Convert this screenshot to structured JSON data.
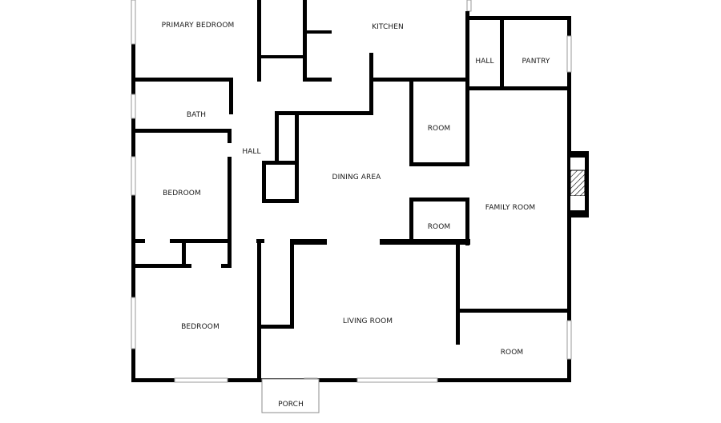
{
  "floor_plan": {
    "rooms": [
      {
        "id": "primary-bedroom",
        "label": "PRIMARY BEDROOM"
      },
      {
        "id": "kitchen",
        "label": "KITCHEN"
      },
      {
        "id": "hall-upper",
        "label": "HALL"
      },
      {
        "id": "pantry",
        "label": "PANTRY"
      },
      {
        "id": "bath",
        "label": "BATH"
      },
      {
        "id": "room-upper",
        "label": "ROOM"
      },
      {
        "id": "hall-center",
        "label": "HALL"
      },
      {
        "id": "dining-area",
        "label": "DINING AREA"
      },
      {
        "id": "bedroom-middle",
        "label": "BEDROOM"
      },
      {
        "id": "family-room",
        "label": "FAMILY ROOM"
      },
      {
        "id": "room-middle",
        "label": "ROOM"
      },
      {
        "id": "bedroom-lower",
        "label": "BEDROOM"
      },
      {
        "id": "living-room",
        "label": "LIVING ROOM"
      },
      {
        "id": "room-lower",
        "label": "ROOM"
      },
      {
        "id": "porch",
        "label": "PORCH"
      }
    ],
    "colors": {
      "wall": "#000000",
      "window": "#9a9a9a",
      "background": "#ffffff",
      "fireplace_hatch": "#000000"
    }
  }
}
